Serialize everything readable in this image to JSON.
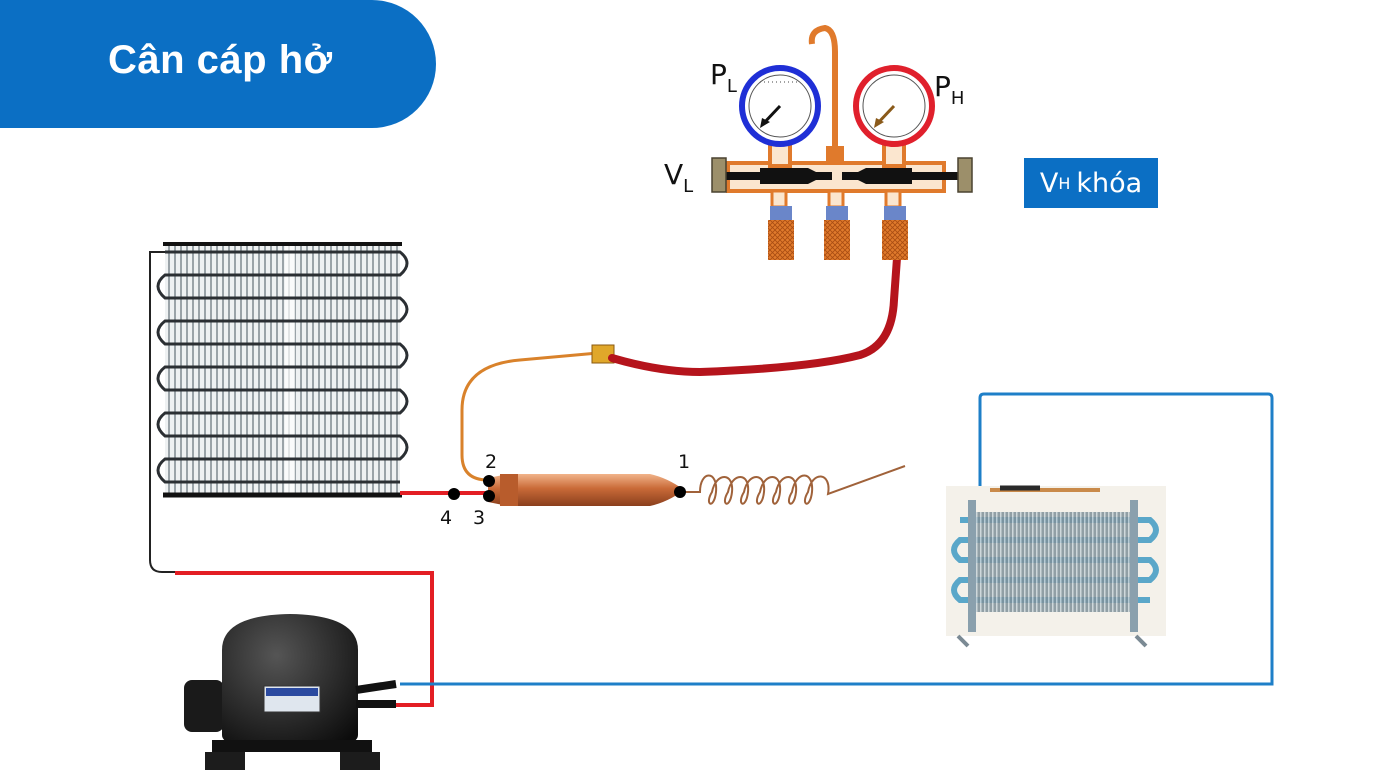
{
  "title": "Cân cáp hở",
  "gauges": {
    "low": {
      "letter": "P",
      "sub": "L",
      "color": "#1f2fd6"
    },
    "high": {
      "letter": "P",
      "sub": "H",
      "color": "#e0202c"
    }
  },
  "valve_low": {
    "letter": "V",
    "sub": "L"
  },
  "valve_high_badge": {
    "letter": "V",
    "sub": "H",
    "text": "khóa"
  },
  "points": [
    "1",
    "2",
    "3",
    "4"
  ],
  "colors": {
    "accent": "#0b6fc4",
    "copper": "#d9762a",
    "hose_red": "#b5141c",
    "pipe_red": "#e31e24",
    "pipe_blue": "#1e7fc8"
  }
}
